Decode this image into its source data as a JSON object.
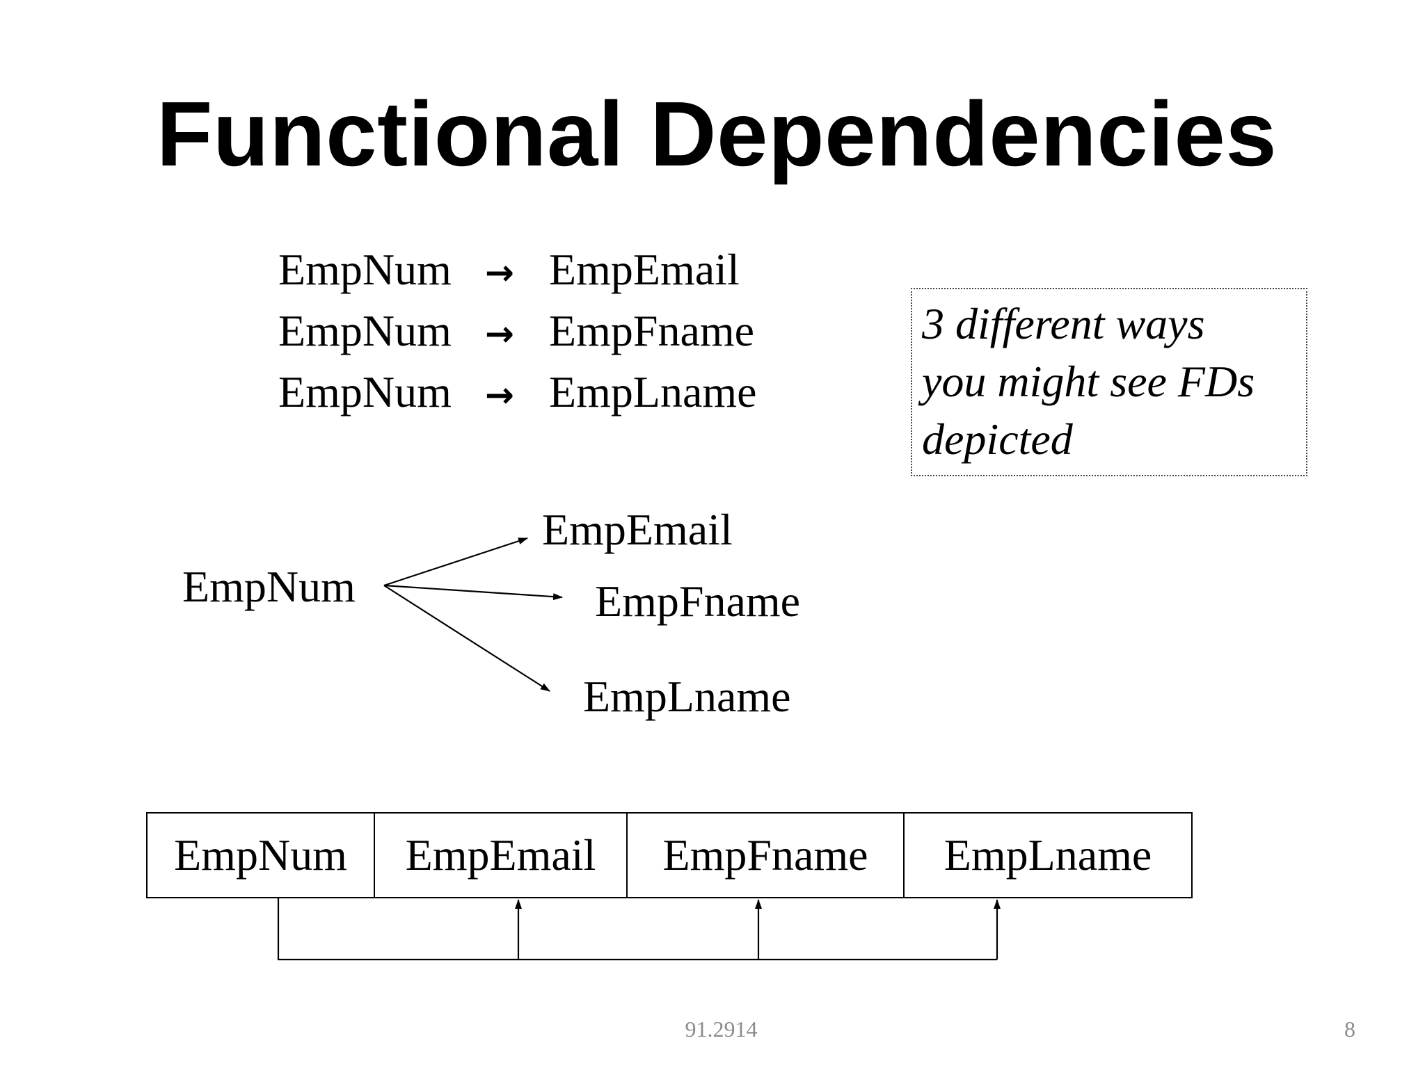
{
  "slide": {
    "title": "Functional Dependencies",
    "fd_list": [
      {
        "lhs": "EmpNum",
        "arrow": "→",
        "rhs": "EmpEmail"
      },
      {
        "lhs": "EmpNum",
        "arrow": "→",
        "rhs": "EmpFname"
      },
      {
        "lhs": "EmpNum",
        "arrow": "→",
        "rhs": "EmpLname"
      }
    ],
    "note": {
      "lines": [
        "3 different ways",
        "you might see FDs",
        "depicted"
      ]
    },
    "arrow_diagram": {
      "source": "EmpNum",
      "targets": [
        "EmpEmail",
        "EmpFname",
        "EmpLname"
      ]
    },
    "table": {
      "columns": [
        "EmpNum",
        "EmpEmail",
        "EmpFname",
        "EmpLname"
      ]
    },
    "footer": {
      "course_code": "91.2914",
      "page_number": "8"
    }
  }
}
